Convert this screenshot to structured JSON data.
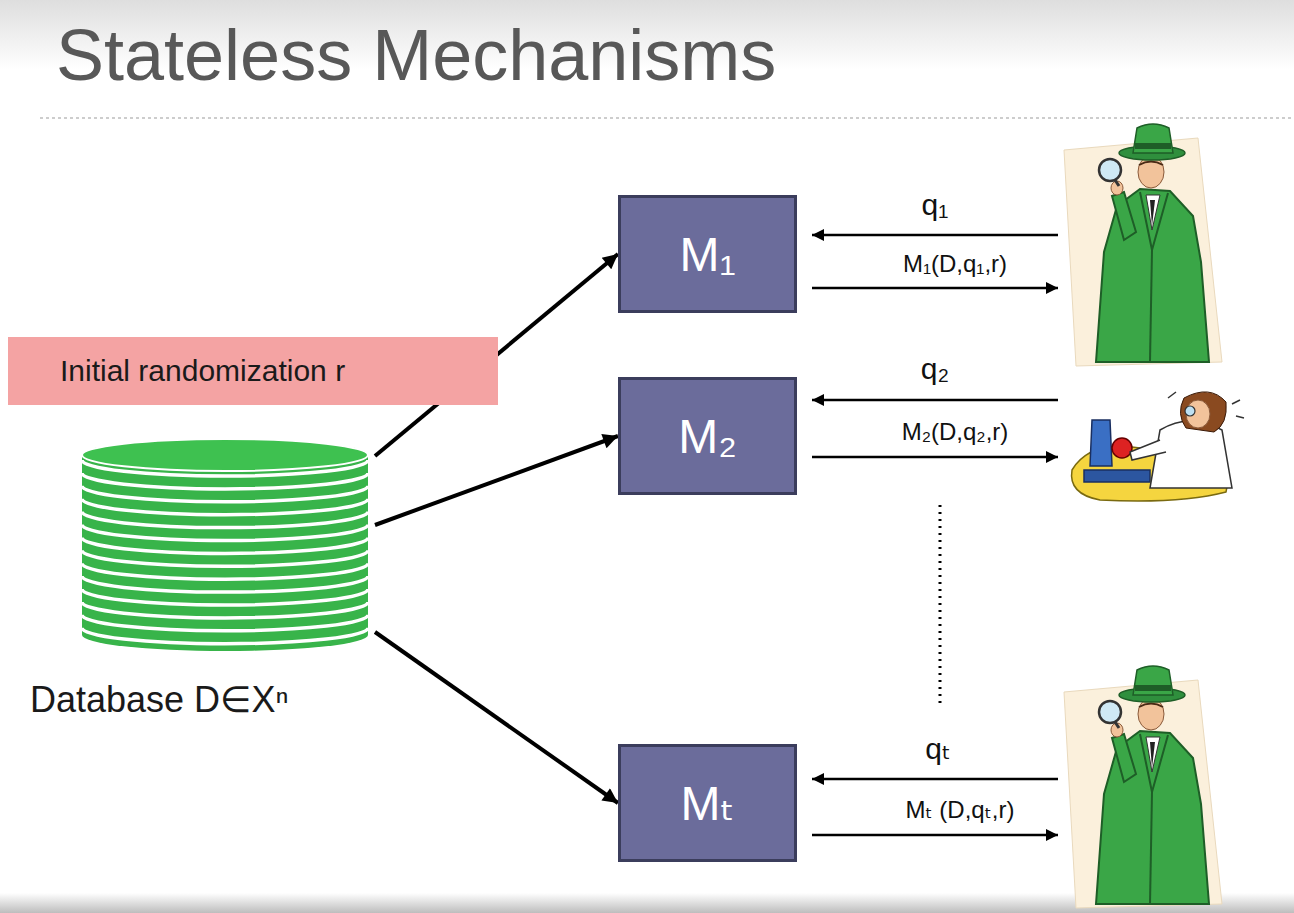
{
  "diagram": {
    "title": "Stateless Mechanisms",
    "nodes": [
      {
        "text": [
          "Initial randomization r"
        ]
      },
      {
        "text": [
          "Database D∈Xⁿ"
        ]
      },
      {
        "text": [
          "M₁"
        ]
      },
      {
        "text": [
          "M₂"
        ]
      },
      {
        "text": [
          "Mₜ"
        ]
      }
    ],
    "edges": [
      {
        "from": 1,
        "to": 2,
        "arrow": "to"
      },
      {
        "from": 1,
        "to": 3,
        "arrow": "to"
      },
      {
        "from": 1,
        "to": 4,
        "arrow": "to"
      }
    ],
    "labels": [
      "q₁",
      "M₁(D,q₁,r)",
      "q₂",
      "M₂(D,q₂,r)",
      "qₜ",
      "Mₜ (D,qₜ,r)"
    ]
  }
}
